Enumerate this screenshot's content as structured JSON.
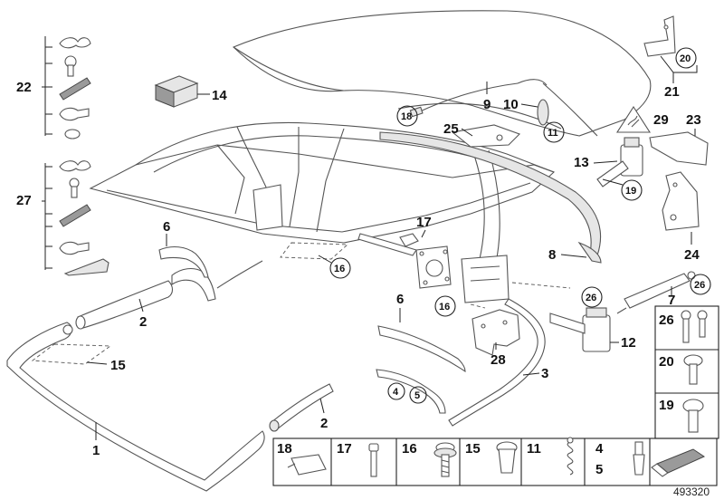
{
  "diagram": {
    "reference_number": "493320",
    "labels": {
      "l1": "1",
      "l2a": "2",
      "l2b": "2",
      "l3": "3",
      "l4": "4",
      "l5": "5",
      "l6a": "6",
      "l6b": "6",
      "l7": "7",
      "l8": "8",
      "l9": "9",
      "l10": "10",
      "l11": "11",
      "l12": "12",
      "l13": "13",
      "l14": "14",
      "l15": "15",
      "l16a": "16",
      "l16b": "16",
      "l17": "17",
      "l18": "18",
      "l19": "19",
      "l20": "20",
      "l21": "21",
      "l22": "22",
      "l23": "23",
      "l24": "24",
      "l25": "25",
      "l26a": "26",
      "l26b": "26",
      "l27": "27",
      "l28": "28",
      "l29": "29"
    },
    "legend_right": [
      "26",
      "20",
      "19"
    ],
    "legend_bottom": [
      "18",
      "17",
      "16",
      "15",
      "11",
      "4",
      "5"
    ]
  }
}
